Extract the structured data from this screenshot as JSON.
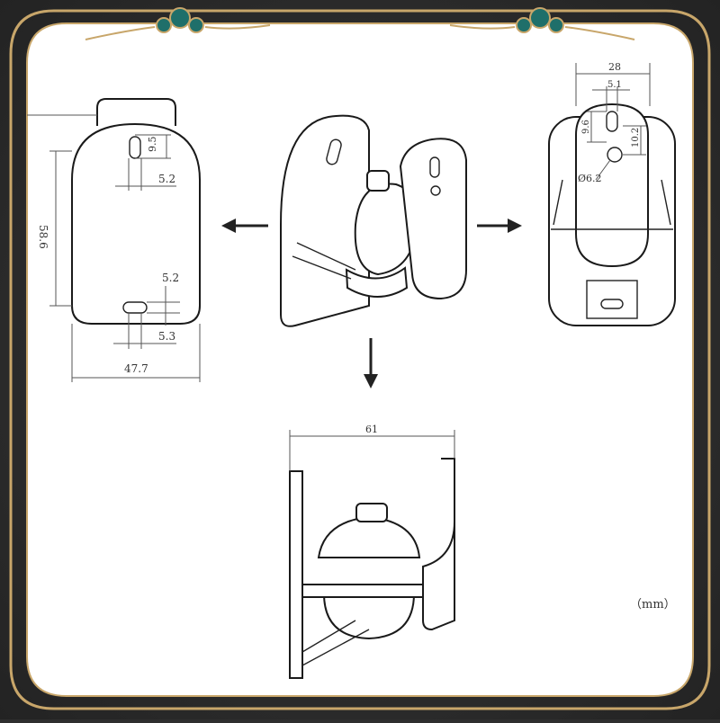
{
  "colors": {
    "frame_gold": "#c8a66a",
    "panel": "#ffffff",
    "background": "#2e2e2e",
    "ornament_teal": "#1f6f6a"
  },
  "icons": [
    "cloud-ornament-icon",
    "arrow-left-icon",
    "arrow-right-icon",
    "arrow-down-icon"
  ],
  "front_view": {
    "slot_height": "9.5",
    "slot_width": "5.2",
    "bottom_slot_height": "5.2",
    "bottom_slot_width": "5.3",
    "height": "58.6",
    "width": "47.7"
  },
  "side_view": {
    "width": "28",
    "slot_width": "5.1",
    "slot_height": "9.6",
    "hole_offset": "10.2",
    "hole_diameter": "Ø6.2"
  },
  "bottom_view": {
    "width": "61"
  },
  "unit_label": "（mm）"
}
